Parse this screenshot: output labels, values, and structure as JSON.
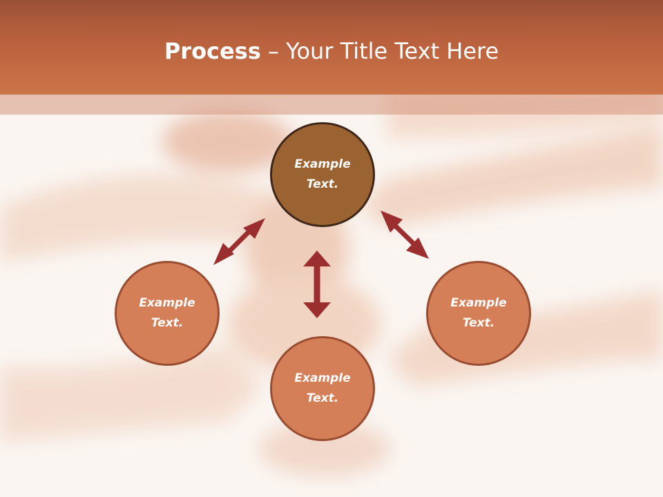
{
  "slide": {
    "title_strong": "Process",
    "title_rest": " – Your Title Text Here"
  },
  "colors": {
    "header": "#b8603d",
    "center_node": "#9b6232",
    "outer_node": "#d47f58",
    "arrow": "#9b2f2f"
  },
  "nodes": [
    {
      "id": "top",
      "line1": "Example",
      "line2": "Text."
    },
    {
      "id": "left",
      "line1": "Example",
      "line2": "Text."
    },
    {
      "id": "bottom",
      "line1": "Example",
      "line2": "Text."
    },
    {
      "id": "right",
      "line1": "Example",
      "line2": "Text."
    }
  ]
}
